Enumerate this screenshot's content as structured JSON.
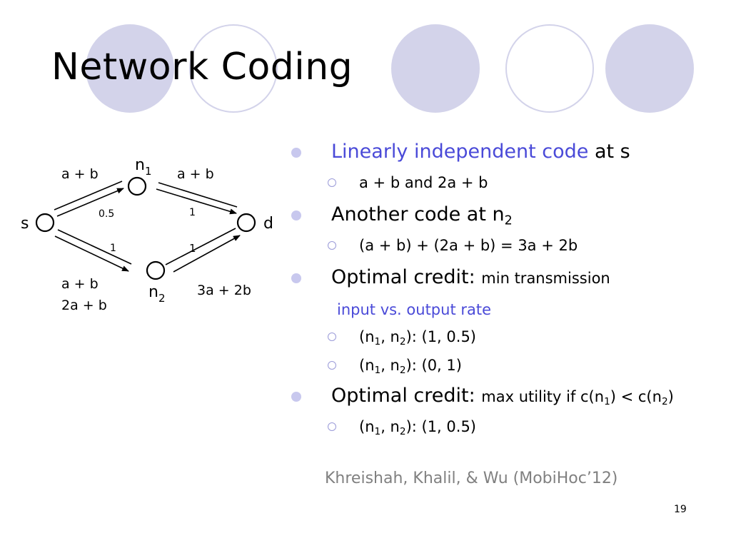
{
  "title": "Network Coding",
  "slide_number": "19",
  "diagram": {
    "nodes": {
      "s": "s",
      "n1": "n",
      "n1_sub": "1",
      "n2": "n",
      "n2_sub": "2",
      "d": "d"
    },
    "edge_labels": {
      "s_n1_msg": "a + b",
      "n1_d_msg": "a + b",
      "s_n2_msg1": "a + b",
      "s_n2_msg2": "2a + b",
      "n2_d_msg": "3a + 2b",
      "s_n1_rate": "0.5",
      "n1_d_rate": "1",
      "s_n2_rate": "1",
      "n2_d_rate": "1"
    }
  },
  "bullets": {
    "b1": {
      "blue": "Linearly independent code",
      "rest": " at s"
    },
    "b1_sub1": "a + b and  2a + b",
    "b2": {
      "pre": "Another code at n",
      "sub": "2"
    },
    "b2_sub1": "(a + b) + (2a + b) = 3a + 2b",
    "b3": {
      "main": "Optimal credit:",
      "small": "min transmission"
    },
    "b3_cont": "input vs. output rate",
    "b3_sub1": {
      "p1": "(n",
      "s1": "1",
      "p2": ", n",
      "s2": "2",
      "p3": "): (1, 0.5)"
    },
    "b3_sub2": {
      "p1": "(n",
      "s1": "1",
      "p2": ", n",
      "s2": "2",
      "p3": "): (0, 1)"
    },
    "b4": {
      "main": "Optimal credit:",
      "small1": "max utility if c(n",
      "s1": "1",
      "small2": ") < c(n",
      "s2": "2",
      "small3": ")"
    },
    "b4_sub1": {
      "p1": "(n",
      "s1": "1",
      "p2": ", n",
      "s2": "2",
      "p3": "): (1, 0.5)"
    }
  },
  "citation": "Khreishah, Khalil, & Wu (MobiHoc’12)",
  "colors": {
    "circle_fill": "#d3d3ea",
    "accent_blue": "#4a4ad8",
    "citation_gray": "#808080"
  }
}
